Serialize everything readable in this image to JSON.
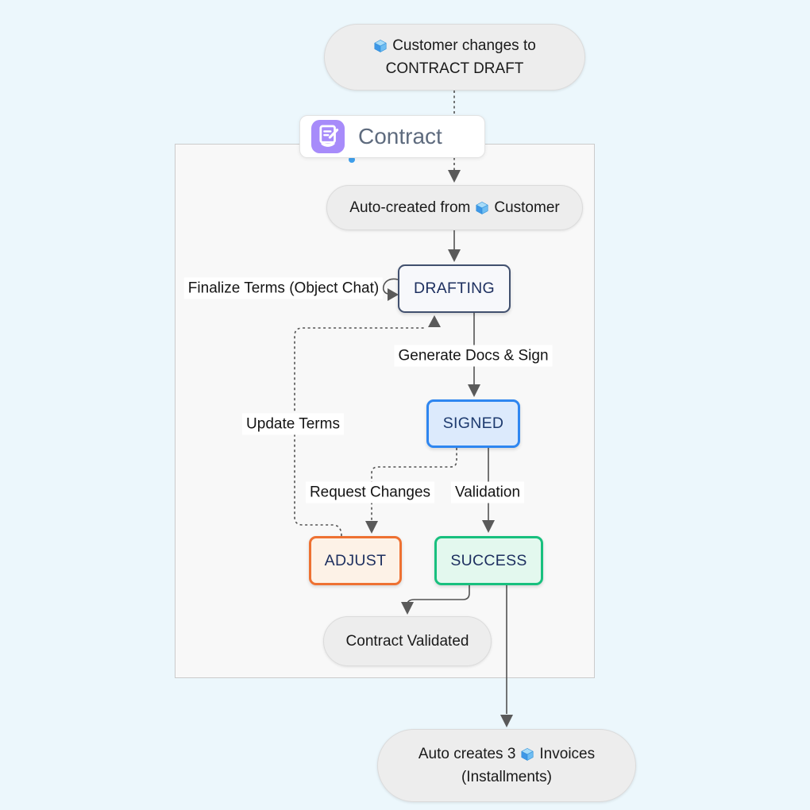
{
  "colors": {
    "page_background": "#ECF7FC",
    "container_background": "#F8F8F8",
    "container_border": "#CBCBCB",
    "pill_fill": "#EDEDED",
    "pill_border": "#DBDBDB",
    "edge_line": "#525252",
    "arrowhead": "#5A5A5A",
    "title_text": "#5E6B7E",
    "contract_icon_purple": "#A78BFA",
    "cube_icon_blue": "#3E97E6",
    "drafting_border": "#41506E",
    "drafting_fill": "#F7F8FB",
    "signed_border": "#2E86F0",
    "signed_fill": "#DCEAFC",
    "adjust_border": "#EE7132",
    "adjust_fill": "#FDF2E7",
    "success_border": "#18C07E",
    "success_fill": "#E3F8EE",
    "state_text": "#1D2F5F"
  },
  "nodes": {
    "trigger": {
      "icon": "cube-icon",
      "line1": "Customer changes to",
      "line2": "CONTRACT DRAFT"
    },
    "subgraph": {
      "title": "Contract",
      "icon": "contract-icon"
    },
    "auto_created": {
      "prefix": "Auto-created from",
      "icon": "cube-icon",
      "suffix": "Customer"
    },
    "drafting": "DRAFTING",
    "signed": "SIGNED",
    "adjust": "ADJUST",
    "success": "SUCCESS",
    "terminal": "Contract Validated",
    "outcome": {
      "line1_prefix": "Auto creates 3",
      "icon": "cube-icon",
      "line1_suffix": "Invoices",
      "line2": "(Installments)"
    }
  },
  "edge_labels": {
    "finalize": "Finalize Terms (Object Chat)",
    "generate": "Generate Docs & Sign",
    "update": "Update Terms",
    "request": "Request Changes",
    "validation": "Validation"
  },
  "edges": [
    {
      "from": "trigger",
      "to": "auto_created",
      "style": "dashed",
      "label": ""
    },
    {
      "from": "auto_created",
      "to": "drafting",
      "style": "solid",
      "label": ""
    },
    {
      "from": "drafting",
      "to": "drafting",
      "style": "solid",
      "label": "Finalize Terms (Object Chat)"
    },
    {
      "from": "drafting",
      "to": "signed",
      "style": "solid",
      "label": "Generate Docs & Sign"
    },
    {
      "from": "signed",
      "to": "adjust",
      "style": "dashed",
      "label": "Request Changes"
    },
    {
      "from": "signed",
      "to": "success",
      "style": "solid",
      "label": "Validation"
    },
    {
      "from": "adjust",
      "to": "drafting",
      "style": "dashed",
      "label": "Update Terms"
    },
    {
      "from": "success",
      "to": "terminal",
      "style": "solid",
      "label": ""
    },
    {
      "from": "success",
      "to": "outcome",
      "style": "solid",
      "label": ""
    }
  ]
}
